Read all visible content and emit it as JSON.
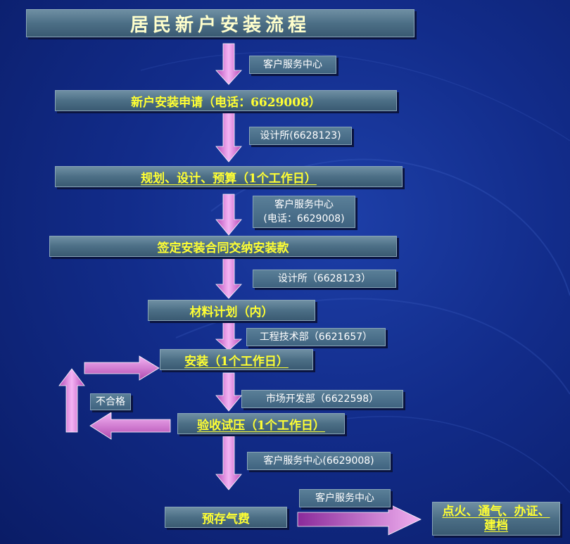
{
  "diagram": {
    "title": "居民新户安装流程",
    "steps": [
      {
        "label": "新户安装申请（电话：6629008）"
      },
      {
        "label": "规划、设计、预算（1个工作日）"
      },
      {
        "label": "签定安装合同交纳安装款"
      },
      {
        "label": "材料计划（内）"
      },
      {
        "label": "安装（1个工作日）"
      },
      {
        "label": "验收试压（1个工作日）"
      },
      {
        "label": "预存气费"
      },
      {
        "label": "点火、通气、办证、建档"
      }
    ],
    "notes": [
      {
        "text": "客户服务中心"
      },
      {
        "text": "设计所(6628123)"
      },
      {
        "text": "客户服务中心"
      },
      {
        "text": "(电话：6629008)"
      },
      {
        "text": "设计所（6628123）"
      },
      {
        "text": "工程技术部（6621657）"
      },
      {
        "text": "市场开发部（6622598）"
      },
      {
        "text": "不合格"
      },
      {
        "text": "客户服务中心(6629008)"
      },
      {
        "text": "客户服务中心"
      }
    ],
    "colors": {
      "box_text": "#ffff33",
      "arrow": "#e08ee0",
      "background": "#122c8a"
    }
  }
}
